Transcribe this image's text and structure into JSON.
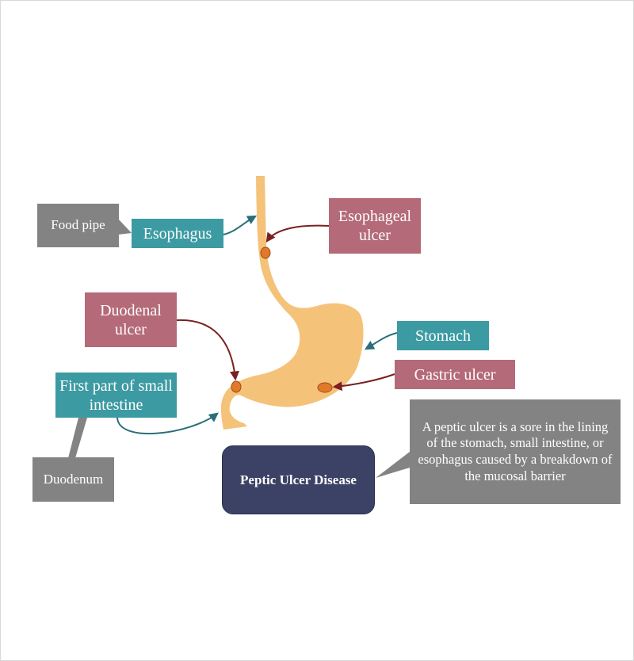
{
  "labels": {
    "food_pipe": "Food pipe",
    "esophagus": "Esophagus",
    "esophageal_ulcer": "Esophageal ulcer",
    "duodenal_ulcer": "Duodenal ulcer",
    "stomach": "Stomach",
    "gastric_ulcer": "Gastric ulcer",
    "first_part": "First part of small intestine",
    "duodenum": "Duodenum"
  },
  "title": "Peptic Ulcer Disease",
  "description": "A peptic ulcer is a sore in the lining of the stomach, small intestine, or esophagus caused by a breakdown of the mucosal barrier",
  "colors": {
    "organ": "#f5c27a",
    "ulcer": "#e07a2a",
    "teal_box": "#3c9aa2",
    "rose_box": "#b46a78",
    "gray_box": "#838383",
    "title_box": "#3b4265",
    "teal_arrow": "#2a6f78",
    "maroon_arrow": "#7a2020"
  }
}
